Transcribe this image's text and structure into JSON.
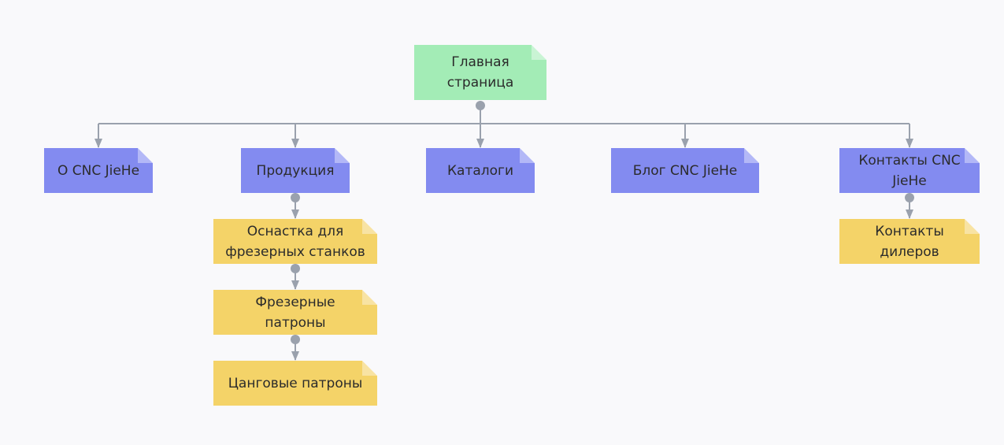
{
  "colors": {
    "background": "#f9f9fb",
    "root_node": "#a3ecb6",
    "section_node": "#838bf0",
    "subpage_node": "#f4d368",
    "connector": "#9aa1ad"
  },
  "sitemap": {
    "root": {
      "label": "Главная страница"
    },
    "sections": [
      {
        "label": "О CNC JieHe",
        "children": []
      },
      {
        "label": "Продукция",
        "children": [
          {
            "label": "Оснастка для фрезерных станков"
          },
          {
            "label": "Фрезерные патроны"
          },
          {
            "label": "Цанговые патроны"
          }
        ]
      },
      {
        "label": "Каталоги",
        "children": []
      },
      {
        "label": "Блог CNC JieHe",
        "children": []
      },
      {
        "label": "Контакты CNC JieHe",
        "children": [
          {
            "label": "Контакты дилеров"
          }
        ]
      }
    ]
  }
}
